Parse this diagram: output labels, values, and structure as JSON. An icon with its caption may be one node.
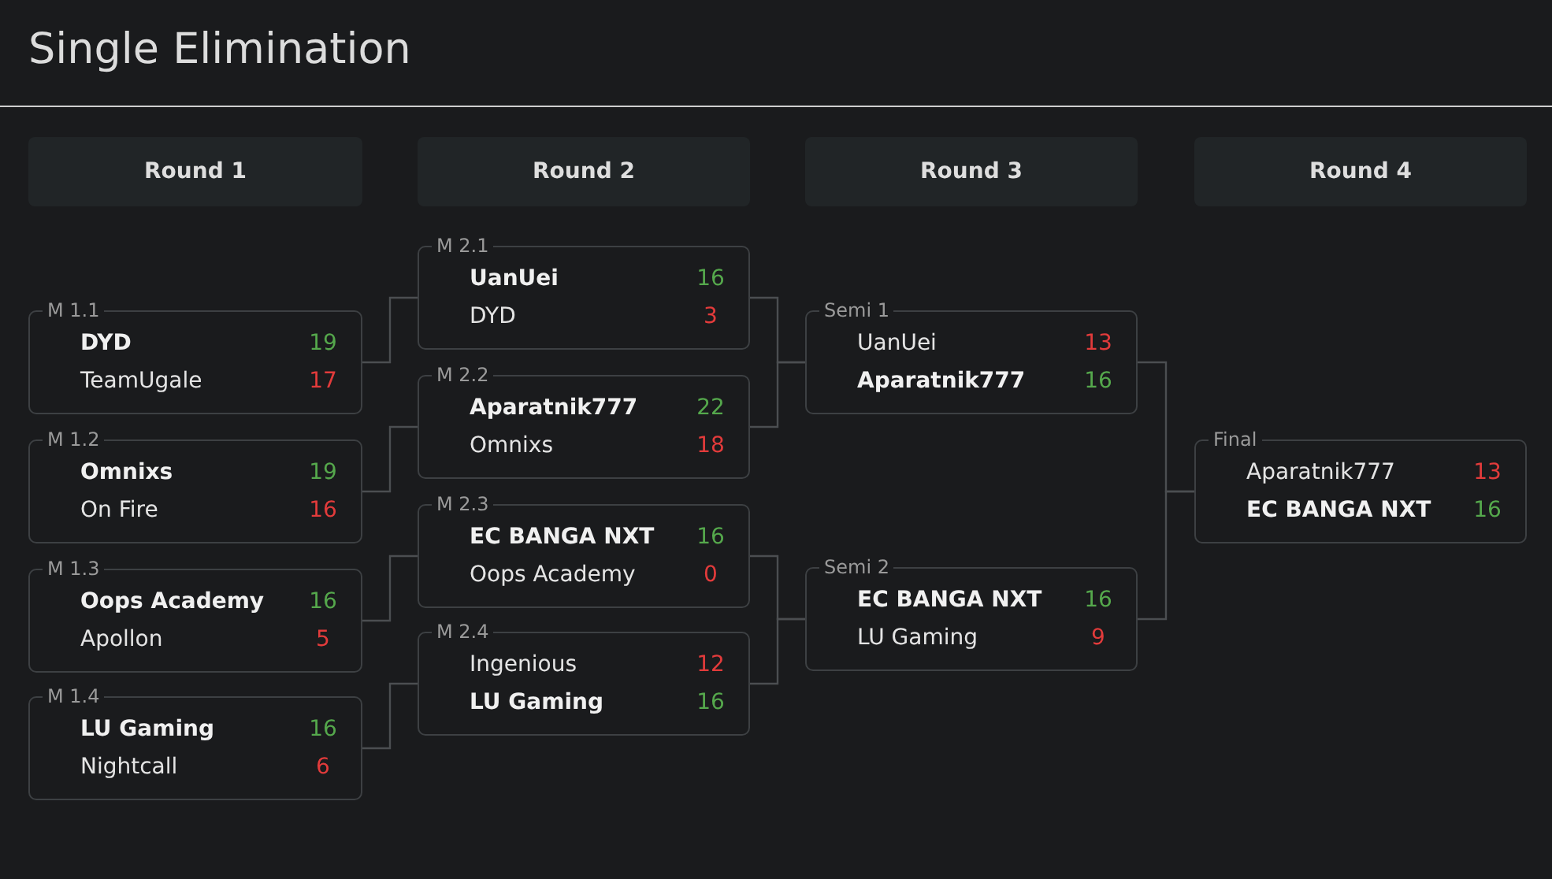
{
  "diagram": {
    "title": "Single Elimination",
    "nodes": [
      {
        "text": [
          "Round 1"
        ]
      },
      {
        "text": [
          "Round 2"
        ]
      },
      {
        "text": [
          "Round 3"
        ]
      },
      {
        "text": [
          "Round 4"
        ]
      },
      {
        "text": [
          "M 1.1",
          "DYD",
          "19",
          "TeamUgale",
          "17"
        ]
      },
      {
        "text": [
          "M 1.2",
          "Omnixs",
          "19",
          "On Fire",
          "16"
        ]
      },
      {
        "text": [
          "M 1.3",
          "Oops Academy",
          "16",
          "Apollon",
          "5"
        ]
      },
      {
        "text": [
          "M 1.4",
          "LU Gaming",
          "16",
          "Nightcall",
          "6"
        ]
      },
      {
        "text": [
          "M 2.1",
          "UanUei",
          "16",
          "DYD",
          "3"
        ]
      },
      {
        "text": [
          "M 2.2",
          "Aparatnik777",
          "22",
          "Omnixs",
          "18"
        ]
      },
      {
        "text": [
          "M 2.3",
          "EC BANGA NXT",
          "16",
          "Oops Academy",
          "0"
        ]
      },
      {
        "text": [
          "M 2.4",
          "Ingenious",
          "12",
          "LU Gaming",
          "16"
        ]
      },
      {
        "text": [
          "Semi 1",
          "UanUei",
          "13",
          "Aparatnik777",
          "16"
        ]
      },
      {
        "text": [
          "Semi 2",
          "EC BANGA NXT",
          "16",
          "LU Gaming",
          "9"
        ]
      },
      {
        "text": [
          "Final",
          "Aparatnik777",
          "13",
          "EC BANGA NXT",
          "16"
        ]
      }
    ],
    "edges": [
      {
        "from": 4,
        "to": 8,
        "arrow": "none"
      },
      {
        "from": 5,
        "to": 9,
        "arrow": "none"
      },
      {
        "from": 6,
        "to": 10,
        "arrow": "none"
      },
      {
        "from": 7,
        "to": 11,
        "arrow": "none"
      },
      {
        "from": 8,
        "to": 12,
        "arrow": "none"
      },
      {
        "from": 9,
        "to": 12,
        "arrow": "none"
      },
      {
        "from": 10,
        "to": 13,
        "arrow": "none"
      },
      {
        "from": 11,
        "to": 13,
        "arrow": "none"
      },
      {
        "from": 12,
        "to": 14,
        "arrow": "none"
      },
      {
        "from": 13,
        "to": 14,
        "arrow": "none"
      }
    ]
  }
}
